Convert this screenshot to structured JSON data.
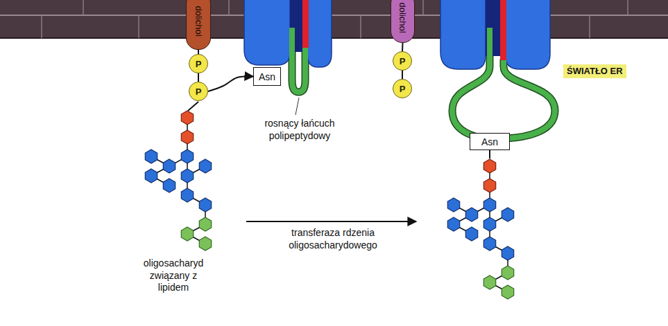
{
  "diagram": {
    "nodes": [
      {
        "text": [
          "dolichol"
        ]
      },
      {
        "text": [
          "P"
        ]
      },
      {
        "text": [
          "P"
        ]
      },
      {
        "text": [
          "Asn"
        ]
      },
      {
        "text": [
          "dolichol"
        ]
      },
      {
        "text": [
          "P"
        ]
      },
      {
        "text": [
          "P"
        ]
      },
      {
        "text": [
          "Asn"
        ]
      }
    ],
    "edges": [
      {
        "from": 0,
        "to": 1,
        "arrow": "none"
      },
      {
        "from": 1,
        "to": 2,
        "arrow": "none"
      },
      {
        "from": 2,
        "to": 3,
        "arrow": "to"
      },
      {
        "from": 4,
        "to": 5,
        "arrow": "none"
      },
      {
        "from": 5,
        "to": 6,
        "arrow": "none"
      }
    ],
    "labels": [
      "rosnący łańcuch polipeptydowy",
      "ŚWIATŁO ER",
      "oligosacharyd związany z lipidem",
      "transferaza rdzenia oligosacharydowego"
    ]
  }
}
